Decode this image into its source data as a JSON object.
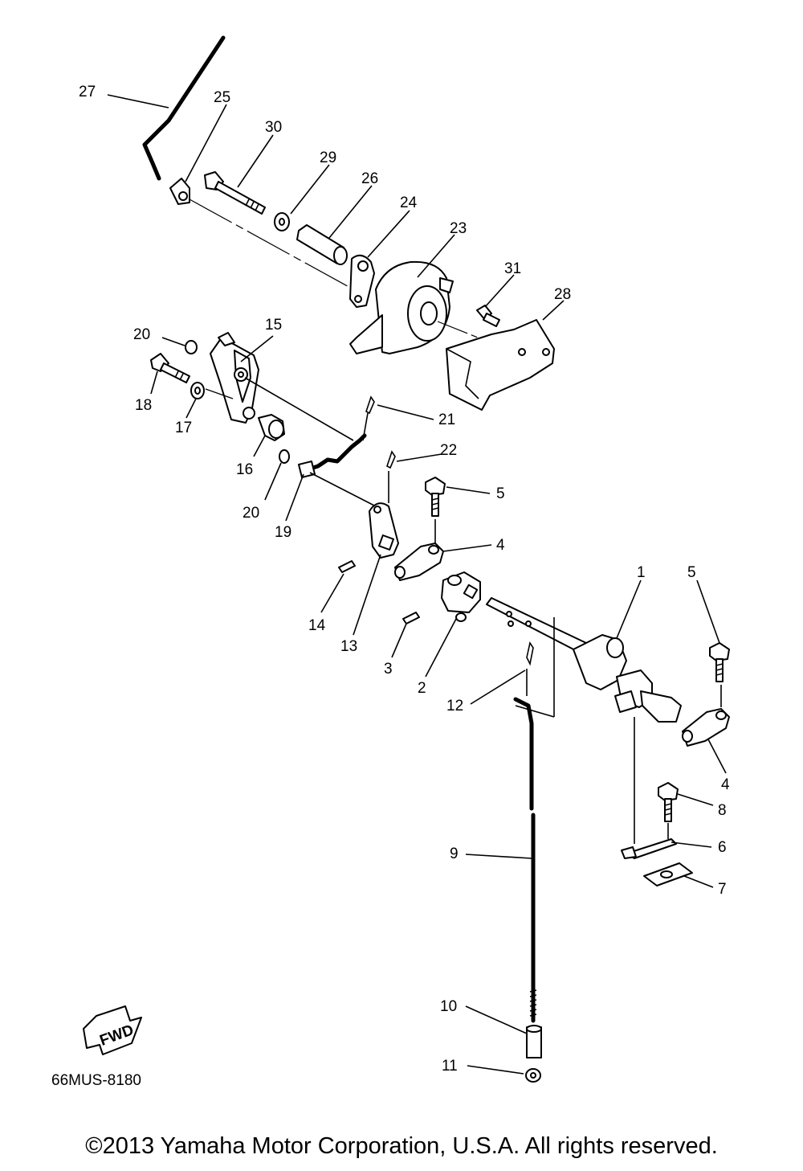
{
  "diagram": {
    "callouts": {
      "c1": "1",
      "c2": "2",
      "c3": "3",
      "c4a": "4",
      "c4b": "4",
      "c5a": "5",
      "c5b": "5",
      "c6": "6",
      "c7": "7",
      "c8": "8",
      "c9": "9",
      "c10": "10",
      "c11": "11",
      "c12": "12",
      "c13": "13",
      "c14": "14",
      "c15": "15",
      "c16": "16",
      "c17": "17",
      "c18": "18",
      "c19": "19",
      "c20a": "20",
      "c20b": "20",
      "c21": "21",
      "c22": "22",
      "c23": "23",
      "c24": "24",
      "c25": "25",
      "c26": "26",
      "c27": "27",
      "c28": "28",
      "c29": "29",
      "c30": "30",
      "c31": "31"
    },
    "fwd_label": "FWD",
    "drawing_code": "66MUS-8180"
  },
  "copyright": "©2013 Yamaha Motor Corporation, U.S.A. All rights reserved."
}
